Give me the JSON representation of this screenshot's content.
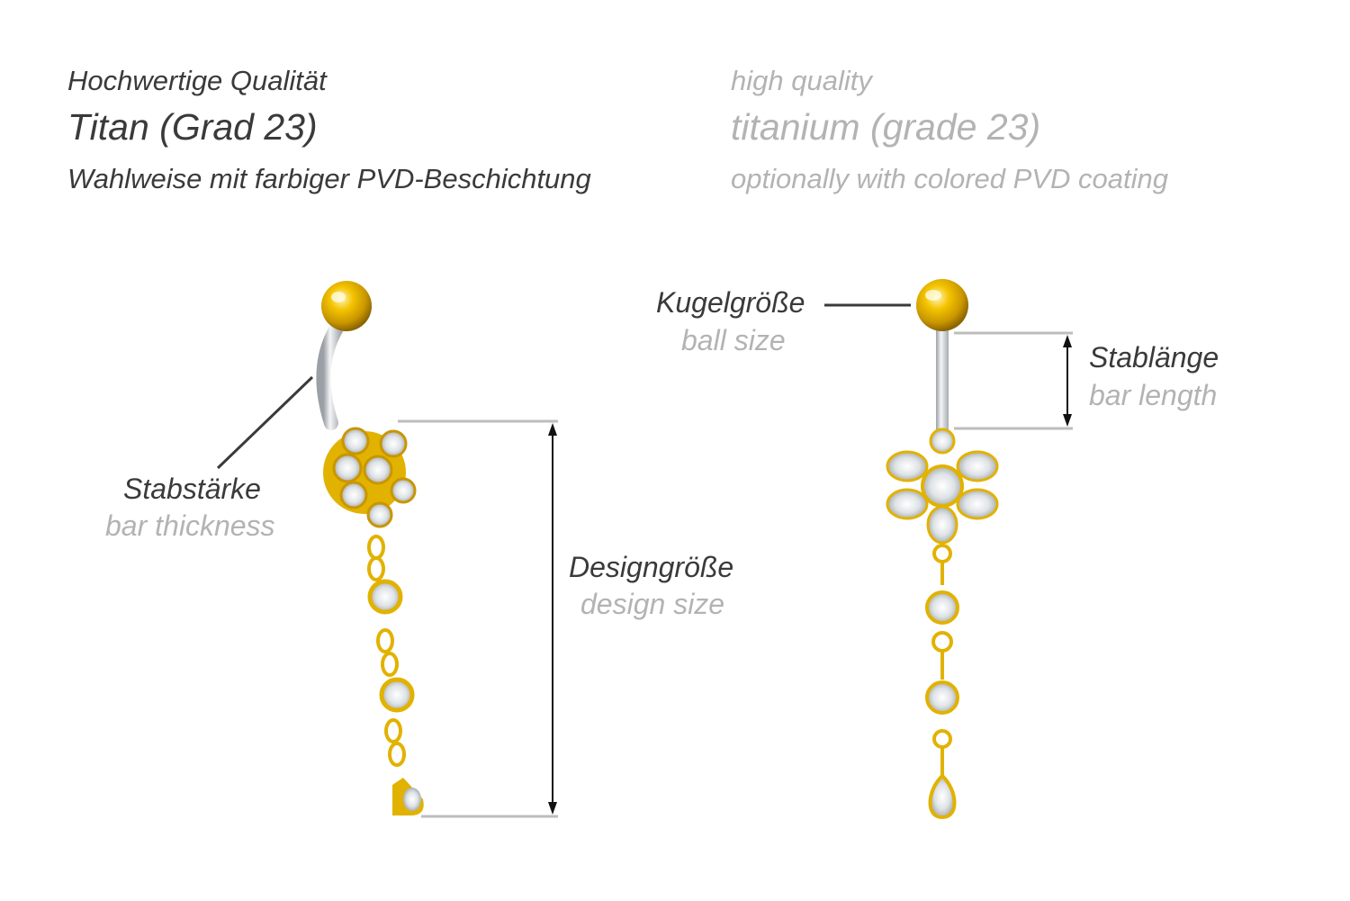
{
  "header": {
    "de": {
      "quality": "Hochwertige Qualität",
      "material": "Titan (Grad 23)",
      "coating": "Wahlweise mit farbiger PVD-Beschichtung"
    },
    "en": {
      "quality": "high quality",
      "material": "titanium (grade 23)",
      "coating": "optionally with colored PVD coating"
    }
  },
  "labels": {
    "bar_thickness": {
      "de": "Stabstärke",
      "en": "bar thickness"
    },
    "design_size": {
      "de": "Designgröße",
      "en": "design size"
    },
    "ball_size": {
      "de": "Kugelgröße",
      "en": "ball size"
    },
    "bar_length": {
      "de": "Stablänge",
      "en": "bar length"
    }
  },
  "colors": {
    "text_dark": "#3a3a3a",
    "text_light": "#b3b3b3",
    "gold": "#e8b600",
    "gold_dark": "#b88a00",
    "steel": "#d6d9dc",
    "dimension_line": "#bdbdbd"
  }
}
